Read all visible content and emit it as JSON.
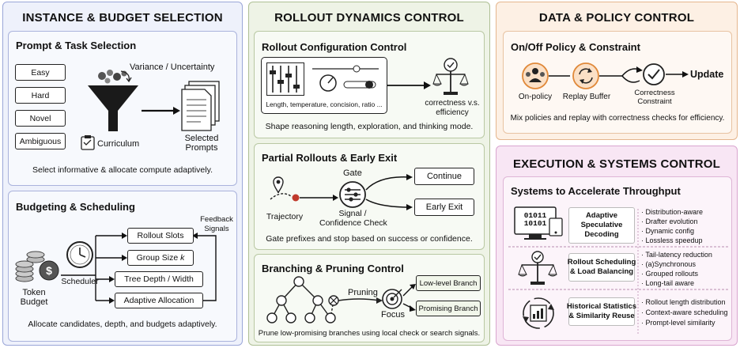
{
  "instance": {
    "title": "INSTANCE & BUDGET SELECTION",
    "prompt_task": {
      "title": "Prompt & Task Selection",
      "tags": [
        "Easy",
        "Hard",
        "Novel",
        "Ambiguous"
      ],
      "variance": "Variance / Uncertainty",
      "curriculum": "Curriculum",
      "selected": "Selected\nPrompts",
      "caption": "Select informative & allocate compute adaptively."
    },
    "budgeting": {
      "title": "Budgeting & Scheduling",
      "feedback": "Feedback\nSignals",
      "token_budget": "Token\nBudget",
      "scheduler": "Scheduler",
      "items": [
        "Rollout Slots",
        "Group Size k",
        "Tree Depth / Width",
        "Adaptive Allocation"
      ],
      "caption": "Allocate candidates, depth, and budgets adaptively."
    }
  },
  "rollout": {
    "title": "ROLLOUT DYNAMICS CONTROL",
    "config": {
      "title": "Rollout Configuration Control",
      "params": "Length, temperature, concision, ratio ...",
      "balance": "correctness v.s.\nefficiency",
      "caption": "Shape reasoning length, exploration, and thinking mode."
    },
    "partial": {
      "title": "Partial Rollouts & Early Exit",
      "gate": "Gate",
      "trajectory": "Trajectory",
      "signal": "Signal /\nConfidence Check",
      "continue": "Continue",
      "early_exit": "Early Exit",
      "caption": "Gate prefixes and stop based on success or confidence."
    },
    "branching": {
      "title": "Branching & Pruning Control",
      "pruning": "Pruning",
      "focus": "Focus",
      "low": "Low-level Branch",
      "promising": "Promising Branch",
      "caption": "Prune low-promising branches using local check or search signals."
    }
  },
  "data_policy": {
    "title": "DATA & POLICY CONTROL",
    "sub_title": "On/Off Policy & Constraint",
    "on_policy": "On-policy",
    "replay": "Replay Buffer",
    "constraint": "Correctness\nConstraint",
    "update": "Update",
    "caption": "Mix policies and replay with correctness checks for efficiency."
  },
  "execution": {
    "title": "EXECUTION & SYSTEMS CONTROL",
    "sub_title": "Systems to Accelerate Throughput",
    "spec_code": "01011\n10101",
    "rows": [
      {
        "name": "Adaptive\nSpeculative\nDecoding",
        "bullets": [
          "Distribution-aware",
          "Drafter evolution",
          "Dynamic config",
          "Lossless speedup"
        ]
      },
      {
        "name": "Rollout Scheduling\n& Load Balancing",
        "bullets": [
          "Tail-latency reduction",
          "(a)Synchronous",
          "Grouped rollouts",
          "Long-tail aware"
        ]
      },
      {
        "name": "Historical Statistics\n& Similarity Reuse",
        "bullets": [
          "Rollout length distribution",
          "Context-aware scheduling",
          "Prompt-level similarity"
        ]
      }
    ]
  },
  "colors": {
    "blue_bg": "#eef1fb",
    "blue_border": "#9aa6d8",
    "green_bg": "#eef3e6",
    "green_border": "#aebf94",
    "orange_bg": "#fdf0e4",
    "orange_border": "#e5b68e",
    "pink_bg": "#f8e6f4",
    "pink_border": "#d9a6cf",
    "accent_orange": "#e0893a",
    "accent_red": "#c0392b"
  }
}
